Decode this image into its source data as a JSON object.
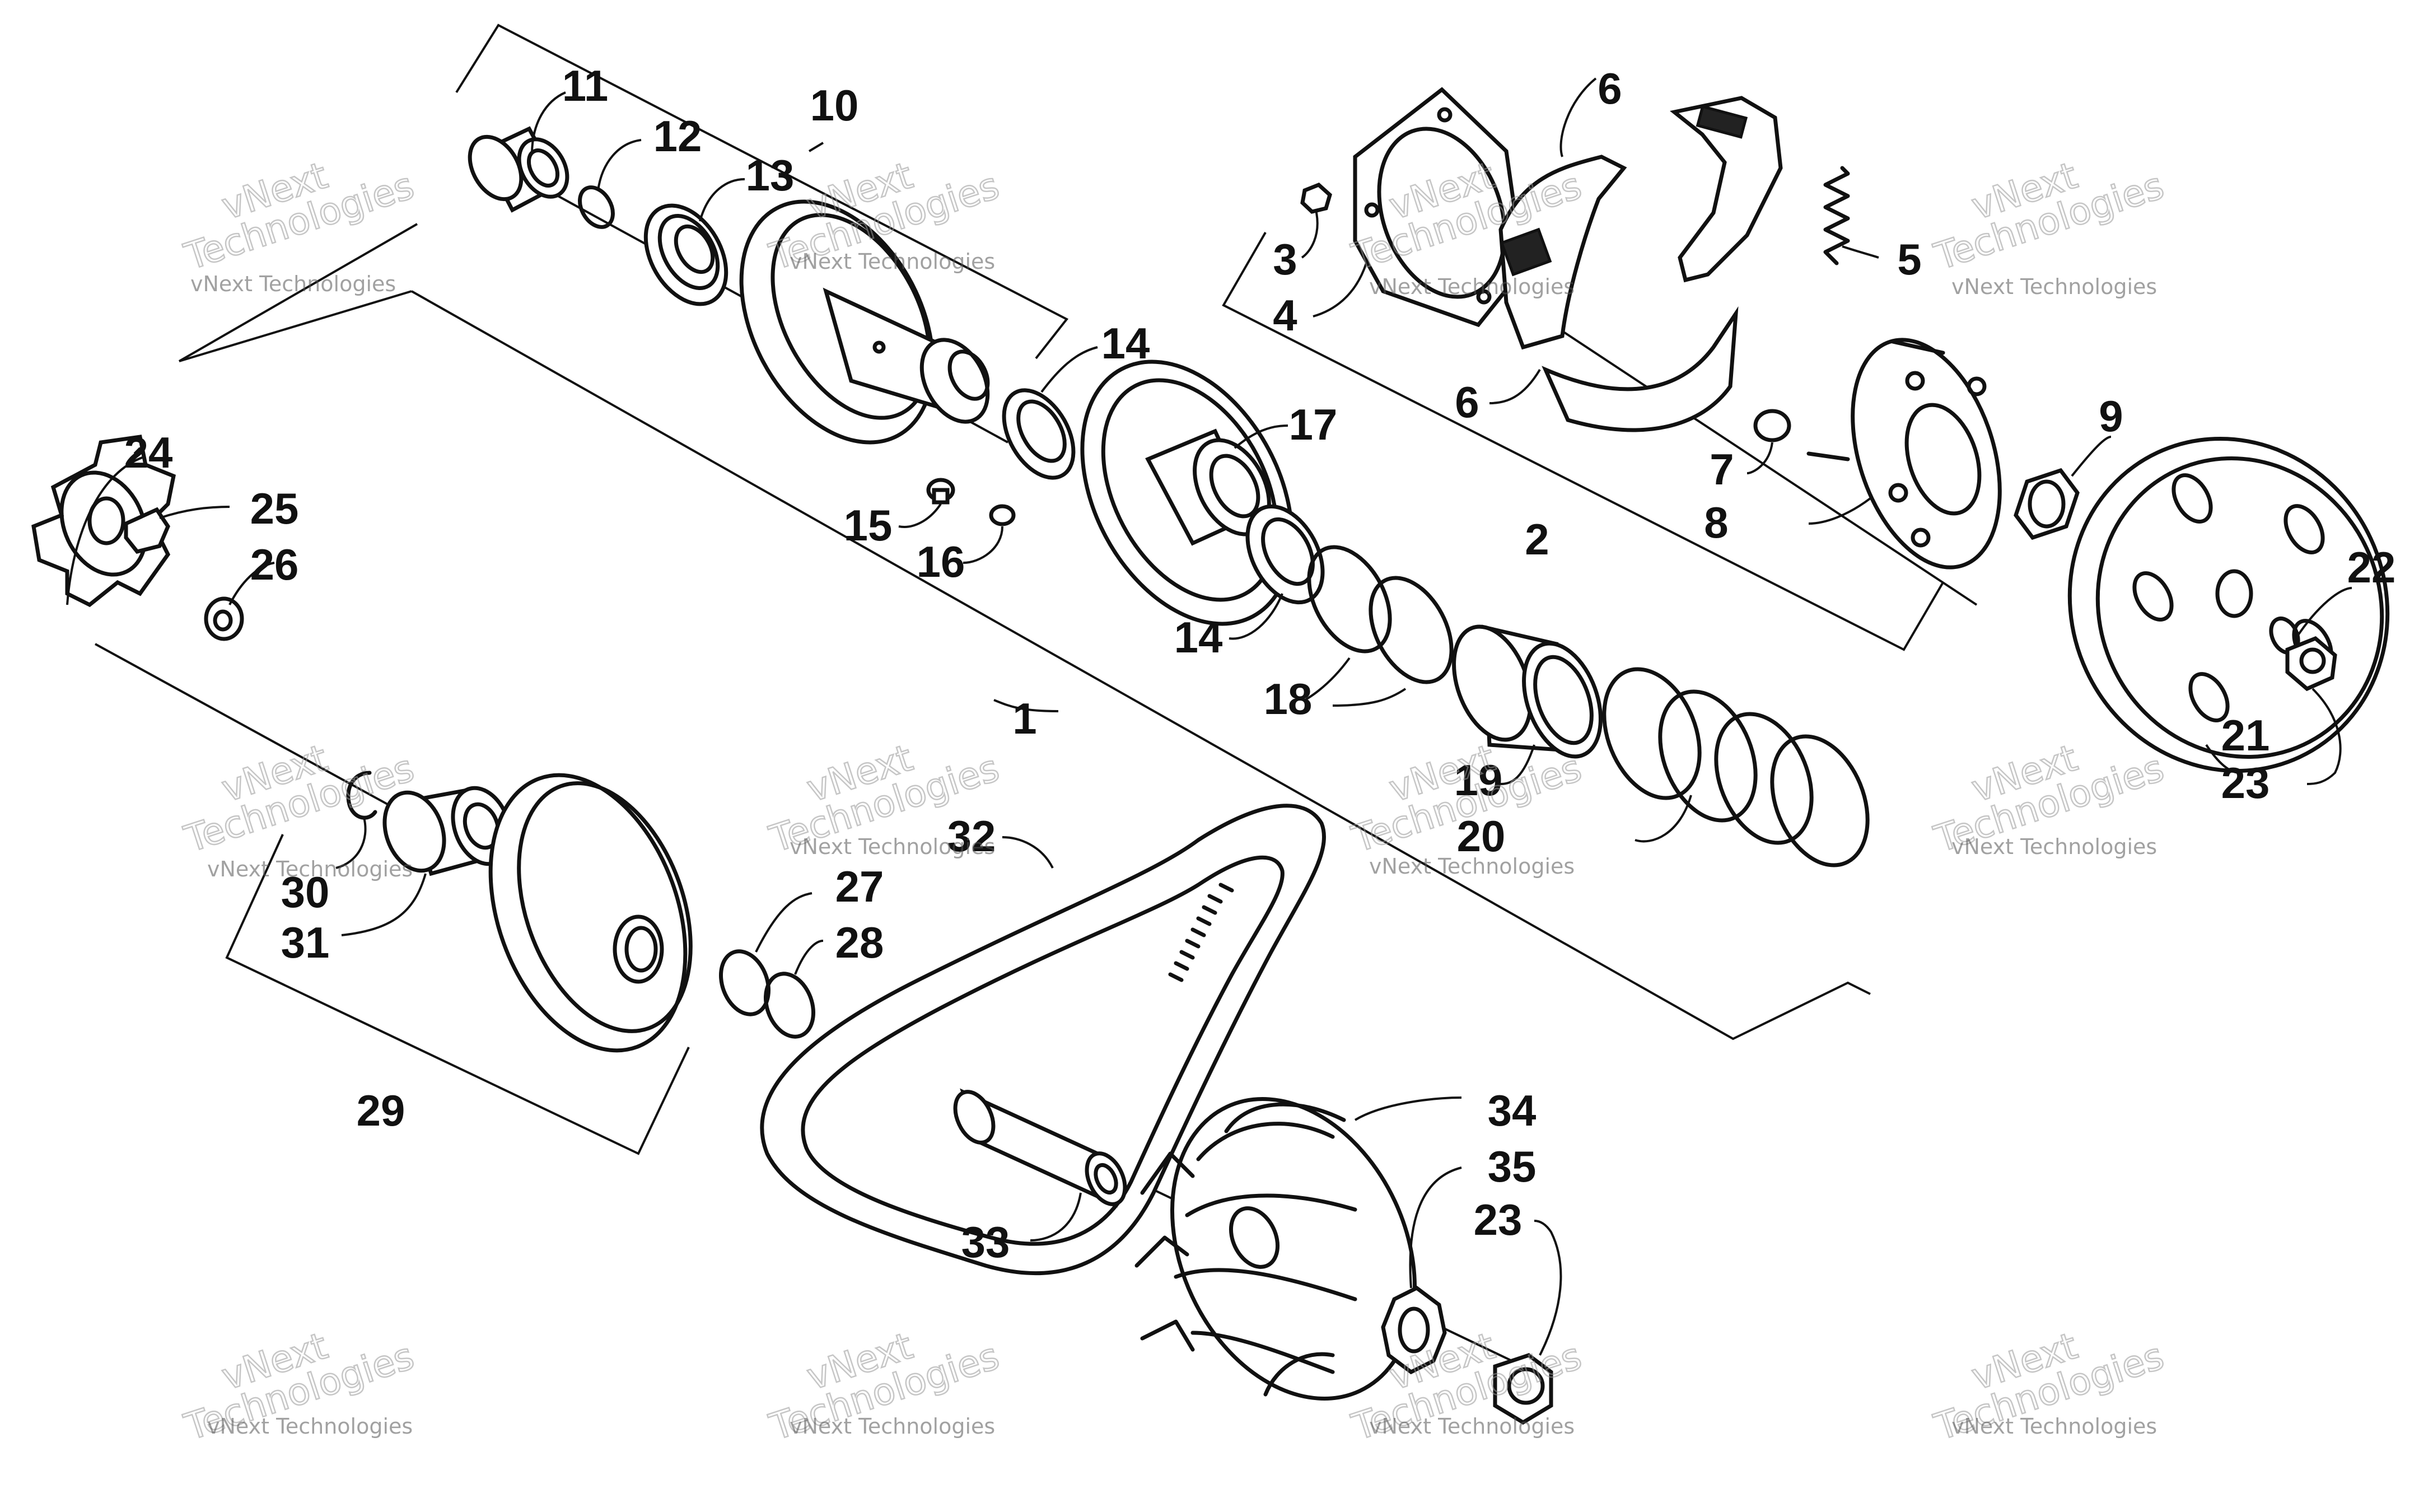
{
  "watermark": {
    "line1": "vNext",
    "line2": "Technologies",
    "small": "vNext Technologies"
  },
  "callouts": {
    "c1": "1",
    "c2": "2",
    "c3": "3",
    "c4": "4",
    "c5": "5",
    "c6a": "6",
    "c6b": "6",
    "c7": "7",
    "c8": "8",
    "c9": "9",
    "c10": "10",
    "c11": "11",
    "c12": "12",
    "c13": "13",
    "c14a": "14",
    "c14b": "14",
    "c15": "15",
    "c16": "16",
    "c17": "17",
    "c18": "18",
    "c19": "19",
    "c20": "20",
    "c21": "21",
    "c22": "22",
    "c23a": "23",
    "c23b": "23",
    "c24": "24",
    "c25": "25",
    "c26": "26",
    "c27": "27",
    "c28": "28",
    "c29": "29",
    "c30": "30",
    "c31": "31",
    "c32": "32",
    "c33": "33",
    "c34": "34",
    "c35": "35"
  }
}
